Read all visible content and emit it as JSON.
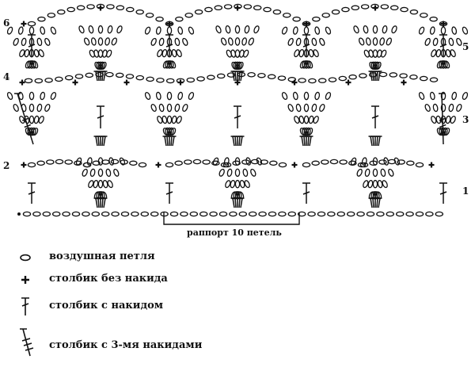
{
  "rows": {
    "left": [
      "6",
      "4",
      "2"
    ],
    "right": [
      "5",
      "3",
      "1"
    ]
  },
  "repeat_label": "раппорт 10 петель",
  "legend": [
    {
      "icon": "chain-stitch-icon",
      "label": "воздушная петля"
    },
    {
      "icon": "single-crochet-icon",
      "label": "столбик без накида"
    },
    {
      "icon": "double-crochet-icon",
      "label": "столбик с накидом"
    },
    {
      "icon": "triple-treble-crochet-icon",
      "label": "столбик с 3-мя накидами"
    }
  ]
}
